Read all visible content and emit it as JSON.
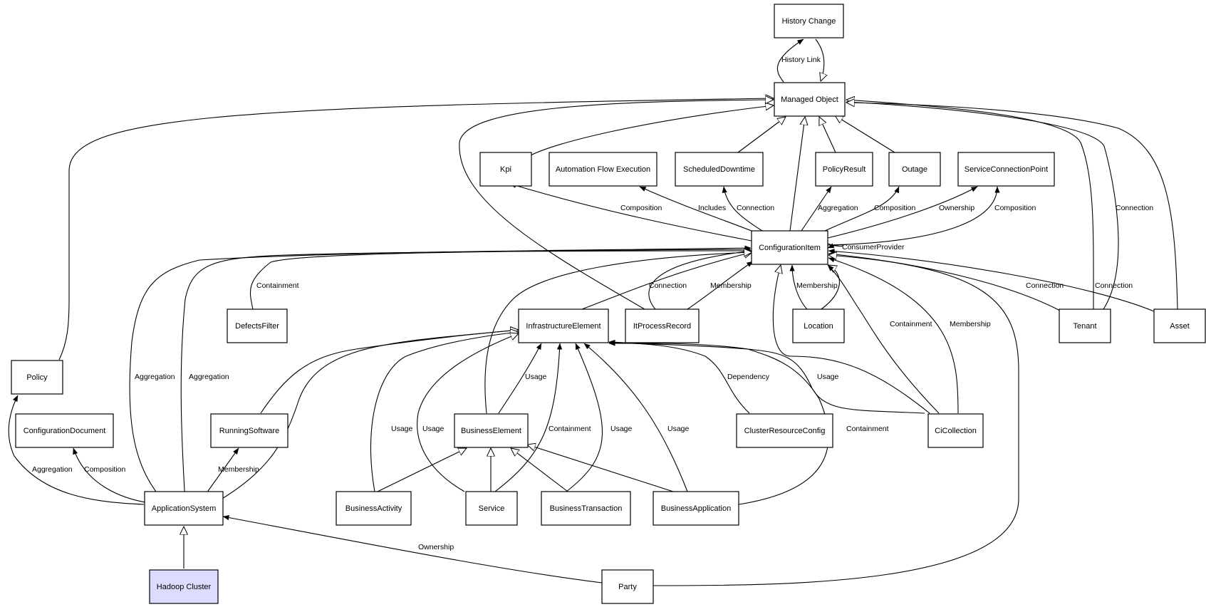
{
  "nodes": [
    {
      "id": "history_change",
      "label": "History Change"
    },
    {
      "id": "managed_object",
      "label": "Managed Object"
    },
    {
      "id": "kpi",
      "label": "Kpi"
    },
    {
      "id": "automation_flow",
      "label": "Automation Flow Execution"
    },
    {
      "id": "scheduled_downtime",
      "label": "ScheduledDowntime"
    },
    {
      "id": "policy_result",
      "label": "PolicyResult"
    },
    {
      "id": "outage",
      "label": "Outage"
    },
    {
      "id": "service_connection_point",
      "label": "ServiceConnectionPoint"
    },
    {
      "id": "configuration_item",
      "label": "ConfigurationItem"
    },
    {
      "id": "defects_filter",
      "label": "DefectsFilter"
    },
    {
      "id": "infrastructure_element",
      "label": "InfrastructureElement"
    },
    {
      "id": "it_process_record",
      "label": "ItProcessRecord"
    },
    {
      "id": "location",
      "label": "Location"
    },
    {
      "id": "tenant",
      "label": "Tenant"
    },
    {
      "id": "asset",
      "label": "Asset"
    },
    {
      "id": "policy",
      "label": "Policy"
    },
    {
      "id": "configuration_document",
      "label": "ConfigurationDocument"
    },
    {
      "id": "running_software",
      "label": "RunningSoftware"
    },
    {
      "id": "business_element",
      "label": "BusinessElement"
    },
    {
      "id": "cluster_resource_config",
      "label": "ClusterResourceConfig"
    },
    {
      "id": "ci_collection",
      "label": "CiCollection"
    },
    {
      "id": "application_system",
      "label": "ApplicationSystem"
    },
    {
      "id": "business_activity",
      "label": "BusinessActivity"
    },
    {
      "id": "service",
      "label": "Service"
    },
    {
      "id": "business_transaction",
      "label": "BusinessTransaction"
    },
    {
      "id": "business_application",
      "label": "BusinessApplication"
    },
    {
      "id": "hadoop_cluster",
      "label": "Hadoop Cluster",
      "highlighted": true
    },
    {
      "id": "party",
      "label": "Party"
    }
  ],
  "edge_labels": [
    {
      "id": "history_link",
      "text": "History Link"
    },
    {
      "id": "ci_kpi",
      "text": "Composition"
    },
    {
      "id": "ci_automation",
      "text": "Includes"
    },
    {
      "id": "ci_sched",
      "text": "Connection"
    },
    {
      "id": "ci_policyresult",
      "text": "Aggregation"
    },
    {
      "id": "ci_outage",
      "text": "Composition"
    },
    {
      "id": "ci_scp_own",
      "text": "Ownership"
    },
    {
      "id": "ci_scp_comp",
      "text": "Composition"
    },
    {
      "id": "ci_self",
      "text": "ConsumerProvider"
    },
    {
      "id": "tenant_mo",
      "text": "Connection"
    },
    {
      "id": "defects_contain",
      "text": "Containment"
    },
    {
      "id": "itpr_connection",
      "text": "Connection"
    },
    {
      "id": "itpr_membership",
      "text": "Membership"
    },
    {
      "id": "location_membership",
      "text": "Membership"
    },
    {
      "id": "tenant_ci",
      "text": "Connection"
    },
    {
      "id": "asset_ci",
      "text": "Connection"
    },
    {
      "id": "cicol_contain",
      "text": "Containment"
    },
    {
      "id": "cicol_member",
      "text": "Membership"
    },
    {
      "id": "as_agg1",
      "text": "Aggregation"
    },
    {
      "id": "as_agg2",
      "text": "Aggregation"
    },
    {
      "id": "be_usage",
      "text": "Usage"
    },
    {
      "id": "crc_dependency",
      "text": "Dependency"
    },
    {
      "id": "cicol_usage",
      "text": "Usage"
    },
    {
      "id": "ba_usage",
      "text": "Usage"
    },
    {
      "id": "svc_usage",
      "text": "Usage"
    },
    {
      "id": "svc_contain",
      "text": "Containment"
    },
    {
      "id": "bt_usage",
      "text": "Usage"
    },
    {
      "id": "bapp_usage",
      "text": "Usage"
    },
    {
      "id": "bapp_contain",
      "text": "Containment"
    },
    {
      "id": "as_policy",
      "text": "Aggregation"
    },
    {
      "id": "as_doc",
      "text": "Composition"
    },
    {
      "id": "as_rs",
      "text": "Membership"
    },
    {
      "id": "party_as",
      "text": "Ownership"
    }
  ],
  "colors": {
    "node_fill": "#ffffff",
    "highlight_fill": "#dcdcff",
    "stroke": "#000000",
    "background": "#ffffff"
  }
}
